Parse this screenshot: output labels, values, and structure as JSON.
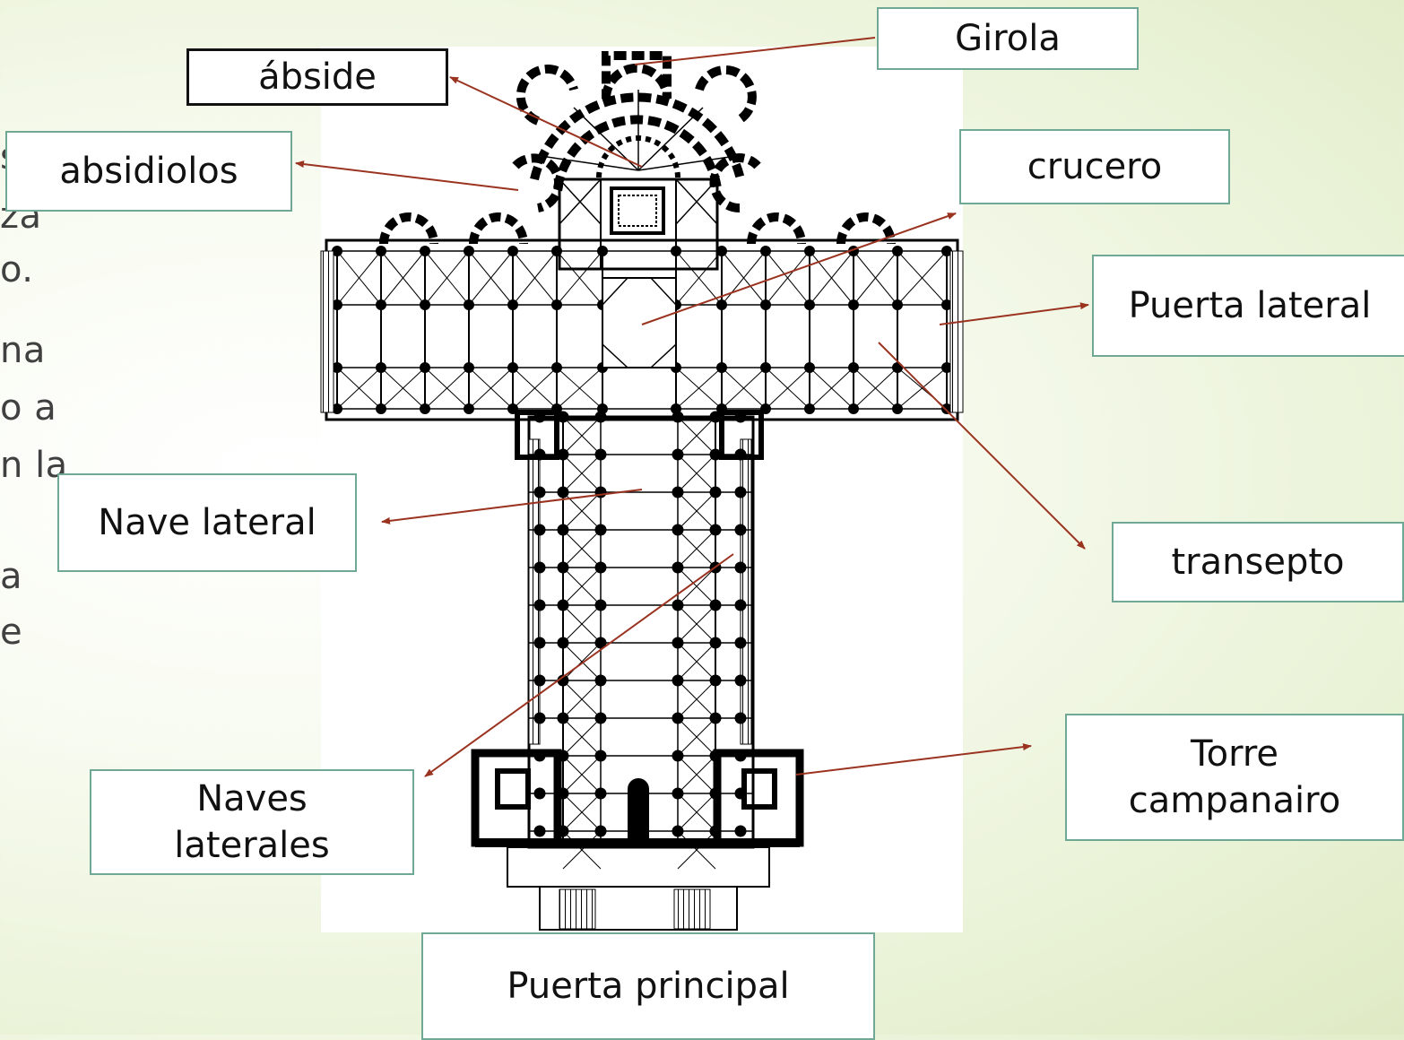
{
  "background_fragments": [
    "s",
    "za",
    "o.",
    "na",
    "o a",
    "n la",
    "a",
    "e"
  ],
  "labels": {
    "girola": "Girola",
    "abside": "ábside",
    "absidiolos": "absidiolos",
    "crucero": "crucero",
    "puerta_lateral": "Puerta lateral",
    "nave_lateral": "Nave lateral",
    "transepto": "transepto",
    "naves_laterales_line1": "Naves",
    "naves_laterales_line2": "laterales",
    "torre_line1": "Torre",
    "torre_line2": "campanairo",
    "puerta_principal": "Puerta principal"
  },
  "colors": {
    "arrow": "#9a3320",
    "label_border": "#6fa894",
    "plan_ink": "#000000"
  }
}
